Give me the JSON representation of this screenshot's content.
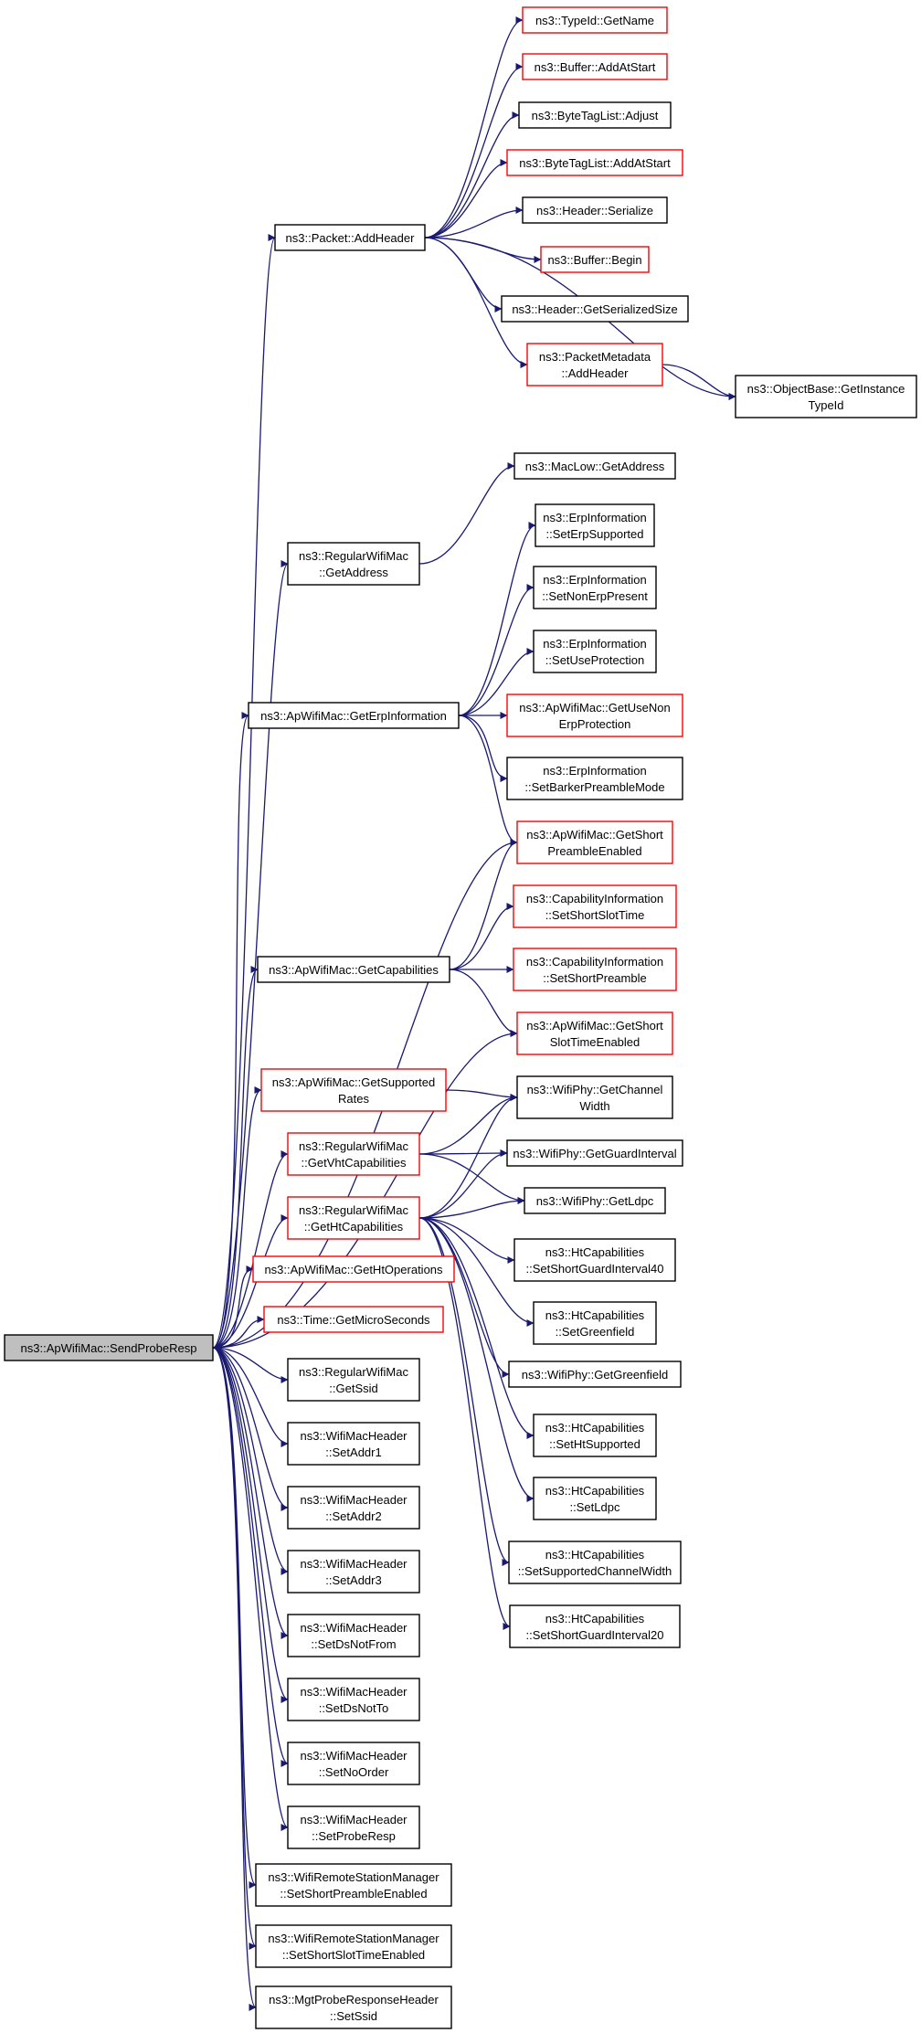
{
  "nodes": {
    "send_probe_resp": [
      "ns3::ApWifiMac::SendProbeResp"
    ],
    "packet_add_header": [
      "ns3::Packet::AddHeader"
    ],
    "typeid_get_name": [
      "ns3::TypeId::GetName"
    ],
    "buffer_add_at_start": [
      "ns3::Buffer::AddAtStart"
    ],
    "bytetaglist_adjust": [
      "ns3::ByteTagList::Adjust"
    ],
    "bytetaglist_add_at_start": [
      "ns3::ByteTagList::AddAtStart"
    ],
    "header_serialize": [
      "ns3::Header::Serialize"
    ],
    "buffer_begin": [
      "ns3::Buffer::Begin"
    ],
    "header_get_serialized_size": [
      "ns3::Header::GetSerializedSize"
    ],
    "packetmetadata_add_header": [
      "ns3::PacketMetadata",
      "::AddHeader"
    ],
    "objectbase_get_instance_typeid": [
      "ns3::ObjectBase::GetInstance",
      "TypeId"
    ],
    "maclow_get_address": [
      "ns3::MacLow::GetAddress"
    ],
    "regularwifimac_get_address": [
      "ns3::RegularWifiMac",
      "::GetAddress"
    ],
    "erpinfo_set_erp_supported": [
      "ns3::ErpInformation",
      "::SetErpSupported"
    ],
    "erpinfo_set_non_erp_present": [
      "ns3::ErpInformation",
      "::SetNonErpPresent"
    ],
    "erpinfo_set_use_protection": [
      "ns3::ErpInformation",
      "::SetUseProtection"
    ],
    "apwifimac_get_erp_information": [
      "ns3::ApWifiMac::GetErpInformation"
    ],
    "apwifimac_get_use_non_erp_protection": [
      "ns3::ApWifiMac::GetUseNon",
      "ErpProtection"
    ],
    "erpinfo_set_barker_preamble_mode": [
      "ns3::ErpInformation",
      "::SetBarkerPreambleMode"
    ],
    "apwifimac_get_short_preamble_enabled": [
      "ns3::ApWifiMac::GetShort",
      "PreambleEnabled"
    ],
    "capinfo_set_short_slot_time": [
      "ns3::CapabilityInformation",
      "::SetShortSlotTime"
    ],
    "apwifimac_get_capabilities": [
      "ns3::ApWifiMac::GetCapabilities"
    ],
    "capinfo_set_short_preamble": [
      "ns3::CapabilityInformation",
      "::SetShortPreamble"
    ],
    "apwifimac_get_short_slot_time_enabled": [
      "ns3::ApWifiMac::GetShort",
      "SlotTimeEnabled"
    ],
    "apwifimac_get_supported_rates": [
      "ns3::ApWifiMac::GetSupported",
      "Rates"
    ],
    "wifiphy_get_channel_width": [
      "ns3::WifiPhy::GetChannel",
      "Width"
    ],
    "regularwifimac_get_vht_capabilities": [
      "ns3::RegularWifiMac",
      "::GetVhtCapabilities"
    ],
    "wifiphy_get_guard_interval": [
      "ns3::WifiPhy::GetGuardInterval"
    ],
    "regularwifimac_get_ht_capabilities": [
      "ns3::RegularWifiMac",
      "::GetHtCapabilities"
    ],
    "wifiphy_get_ldpc": [
      "ns3::WifiPhy::GetLdpc"
    ],
    "htcap_set_short_guard_interval40": [
      "ns3::HtCapabilities",
      "::SetShortGuardInterval40"
    ],
    "apwifimac_get_ht_operations": [
      "ns3::ApWifiMac::GetHtOperations"
    ],
    "htcap_set_greenfield": [
      "ns3::HtCapabilities",
      "::SetGreenfield"
    ],
    "time_get_micro_seconds": [
      "ns3::Time::GetMicroSeconds"
    ],
    "regularwifimac_get_ssid": [
      "ns3::RegularWifiMac",
      "::GetSsid"
    ],
    "wifiphy_get_greenfield": [
      "ns3::WifiPhy::GetGreenfield"
    ],
    "wifimacheader_set_addr1": [
      "ns3::WifiMacHeader",
      "::SetAddr1"
    ],
    "htcap_set_ht_supported": [
      "ns3::HtCapabilities",
      "::SetHtSupported"
    ],
    "wifimacheader_set_addr2": [
      "ns3::WifiMacHeader",
      "::SetAddr2"
    ],
    "htcap_set_ldpc": [
      "ns3::HtCapabilities",
      "::SetLdpc"
    ],
    "wifimacheader_set_addr3": [
      "ns3::WifiMacHeader",
      "::SetAddr3"
    ],
    "htcap_set_supported_channel_width": [
      "ns3::HtCapabilities",
      "::SetSupportedChannelWidth"
    ],
    "wifimacheader_set_ds_not_from": [
      "ns3::WifiMacHeader",
      "::SetDsNotFrom"
    ],
    "htcap_set_short_guard_interval20": [
      "ns3::HtCapabilities",
      "::SetShortGuardInterval20"
    ],
    "wifimacheader_set_ds_not_to": [
      "ns3::WifiMacHeader",
      "::SetDsNotTo"
    ],
    "wifimacheader_set_no_order": [
      "ns3::WifiMacHeader",
      "::SetNoOrder"
    ],
    "wifimacheader_set_probe_resp": [
      "ns3::WifiMacHeader",
      "::SetProbeResp"
    ],
    "wrsm_set_short_preamble_enabled": [
      "ns3::WifiRemoteStationManager",
      "::SetShortPreambleEnabled"
    ],
    "wrsm_set_short_slot_time_enabled": [
      "ns3::WifiRemoteStationManager",
      "::SetShortSlotTimeEnabled"
    ],
    "mgtproberesponseheader_set_ssid": [
      "ns3::MgtProbeResponseHeader",
      "::SetSsid"
    ]
  },
  "highlighted_nodes": [
    "typeid_get_name",
    "buffer_add_at_start",
    "bytetaglist_add_at_start",
    "buffer_begin",
    "packetmetadata_add_header",
    "apwifimac_get_use_non_erp_protection",
    "apwifimac_get_short_preamble_enabled",
    "capinfo_set_short_slot_time",
    "capinfo_set_short_preamble",
    "apwifimac_get_short_slot_time_enabled",
    "apwifimac_get_supported_rates",
    "regularwifimac_get_vht_capabilities",
    "regularwifimac_get_ht_capabilities",
    "apwifimac_get_ht_operations",
    "time_get_micro_seconds"
  ],
  "root_node": "send_probe_resp",
  "colors": {
    "edge": "#191970",
    "root_fill": "#bfbfbf",
    "node_border": "#000000",
    "highlight_border": "#ff0000",
    "node_fill": "#ffffff"
  },
  "edges": [
    [
      "send_probe_resp",
      "packet_add_header"
    ],
    [
      "send_probe_resp",
      "regularwifimac_get_address"
    ],
    [
      "send_probe_resp",
      "apwifimac_get_erp_information"
    ],
    [
      "send_probe_resp",
      "apwifimac_get_short_preamble_enabled"
    ],
    [
      "send_probe_resp",
      "apwifimac_get_capabilities"
    ],
    [
      "send_probe_resp",
      "apwifimac_get_short_slot_time_enabled"
    ],
    [
      "send_probe_resp",
      "apwifimac_get_supported_rates"
    ],
    [
      "send_probe_resp",
      "regularwifimac_get_vht_capabilities"
    ],
    [
      "send_probe_resp",
      "regularwifimac_get_ht_capabilities"
    ],
    [
      "send_probe_resp",
      "apwifimac_get_ht_operations"
    ],
    [
      "send_probe_resp",
      "time_get_micro_seconds"
    ],
    [
      "send_probe_resp",
      "regularwifimac_get_ssid"
    ],
    [
      "send_probe_resp",
      "wifimacheader_set_addr1"
    ],
    [
      "send_probe_resp",
      "wifimacheader_set_addr2"
    ],
    [
      "send_probe_resp",
      "wifimacheader_set_addr3"
    ],
    [
      "send_probe_resp",
      "wifimacheader_set_ds_not_from"
    ],
    [
      "send_probe_resp",
      "wifimacheader_set_ds_not_to"
    ],
    [
      "send_probe_resp",
      "wifimacheader_set_no_order"
    ],
    [
      "send_probe_resp",
      "wifimacheader_set_probe_resp"
    ],
    [
      "send_probe_resp",
      "wrsm_set_short_preamble_enabled"
    ],
    [
      "send_probe_resp",
      "wrsm_set_short_slot_time_enabled"
    ],
    [
      "send_probe_resp",
      "mgtproberesponseheader_set_ssid"
    ],
    [
      "packet_add_header",
      "typeid_get_name"
    ],
    [
      "packet_add_header",
      "buffer_add_at_start"
    ],
    [
      "packet_add_header",
      "bytetaglist_adjust"
    ],
    [
      "packet_add_header",
      "bytetaglist_add_at_start"
    ],
    [
      "packet_add_header",
      "header_serialize"
    ],
    [
      "packet_add_header",
      "buffer_begin"
    ],
    [
      "packet_add_header",
      "header_get_serialized_size"
    ],
    [
      "packet_add_header",
      "packetmetadata_add_header"
    ],
    [
      "packet_add_header",
      "objectbase_get_instance_typeid"
    ],
    [
      "packetmetadata_add_header",
      "objectbase_get_instance_typeid"
    ],
    [
      "regularwifimac_get_address",
      "maclow_get_address"
    ],
    [
      "apwifimac_get_erp_information",
      "erpinfo_set_erp_supported"
    ],
    [
      "apwifimac_get_erp_information",
      "erpinfo_set_non_erp_present"
    ],
    [
      "apwifimac_get_erp_information",
      "erpinfo_set_use_protection"
    ],
    [
      "apwifimac_get_erp_information",
      "apwifimac_get_use_non_erp_protection"
    ],
    [
      "apwifimac_get_erp_information",
      "erpinfo_set_barker_preamble_mode"
    ],
    [
      "apwifimac_get_erp_information",
      "apwifimac_get_short_preamble_enabled"
    ],
    [
      "apwifimac_get_capabilities",
      "apwifimac_get_short_preamble_enabled"
    ],
    [
      "apwifimac_get_capabilities",
      "capinfo_set_short_slot_time"
    ],
    [
      "apwifimac_get_capabilities",
      "capinfo_set_short_preamble"
    ],
    [
      "apwifimac_get_capabilities",
      "apwifimac_get_short_slot_time_enabled"
    ],
    [
      "apwifimac_get_supported_rates",
      "wifiphy_get_channel_width"
    ],
    [
      "regularwifimac_get_vht_capabilities",
      "wifiphy_get_channel_width"
    ],
    [
      "regularwifimac_get_vht_capabilities",
      "wifiphy_get_guard_interval"
    ],
    [
      "regularwifimac_get_vht_capabilities",
      "wifiphy_get_ldpc"
    ],
    [
      "regularwifimac_get_ht_capabilities",
      "wifiphy_get_channel_width"
    ],
    [
      "regularwifimac_get_ht_capabilities",
      "wifiphy_get_guard_interval"
    ],
    [
      "regularwifimac_get_ht_capabilities",
      "wifiphy_get_ldpc"
    ],
    [
      "regularwifimac_get_ht_capabilities",
      "htcap_set_short_guard_interval40"
    ],
    [
      "regularwifimac_get_ht_capabilities",
      "htcap_set_greenfield"
    ],
    [
      "regularwifimac_get_ht_capabilities",
      "wifiphy_get_greenfield"
    ],
    [
      "regularwifimac_get_ht_capabilities",
      "htcap_set_ht_supported"
    ],
    [
      "regularwifimac_get_ht_capabilities",
      "htcap_set_ldpc"
    ],
    [
      "regularwifimac_get_ht_capabilities",
      "htcap_set_supported_channel_width"
    ],
    [
      "regularwifimac_get_ht_capabilities",
      "htcap_set_short_guard_interval20"
    ]
  ]
}
